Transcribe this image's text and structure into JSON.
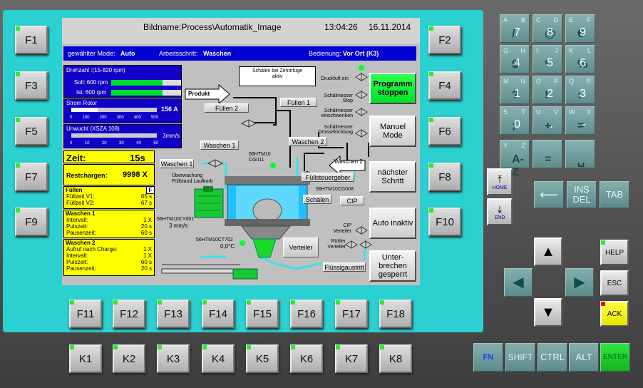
{
  "fkeys": {
    "f1": "F1",
    "f2": "F2",
    "f3": "F3",
    "f4": "F4",
    "f5": "F5",
    "f6": "F6",
    "f7": "F7",
    "f8": "F8",
    "f9": "F9",
    "f10": "F10"
  },
  "bottom_f": [
    "F11",
    "F12",
    "F13",
    "F14",
    "F15",
    "F16",
    "F17",
    "F18"
  ],
  "kkeys": [
    "K1",
    "K2",
    "K3",
    "K4",
    "K5",
    "K6",
    "K7",
    "K8"
  ],
  "screen": {
    "image_name": "Bildname:Process\\Automatik_Image",
    "time": "13:04:26",
    "date": "16.11.2014",
    "mode_label": "gewählter Mode:",
    "mode_value": "Auto",
    "step_label": "Arbeitsschritt:",
    "step_value": "Waschen",
    "control_label": "Bedienung:",
    "control_value": "Vor Ort (K3)"
  },
  "speed": {
    "title": "Drehzahl :(15-820 rpm)",
    "soll_label": "Soll: 600 rpm",
    "soll_fraction": 0.73,
    "ist_label": "Ist: 600 rpm",
    "ist_fraction": 0.73
  },
  "current": {
    "title": "Strom Rotor",
    "value": "156 A",
    "fraction": 0.31,
    "scale": [
      "0",
      "100",
      "200",
      "300",
      "400",
      "500"
    ]
  },
  "imbalance": {
    "title": "Unwucht (XSZA 108)",
    "unit": "3mm/s",
    "scale": [
      "0",
      "10",
      "20",
      "30",
      "40",
      "50"
    ]
  },
  "status": {
    "time_label": "Zeit:",
    "time_value": "15s",
    "rest_label": "Restchargen:",
    "rest_value": "9998 X",
    "fill_title": "Füllen",
    "fill_flag": "F",
    "fill_rows": [
      [
        "Füllzeit V1:",
        "65 s"
      ],
      [
        "Füllzeit V2:",
        "67 s"
      ]
    ],
    "wash1_title": "Waschen 1",
    "wash1_rows": [
      [
        "Intervall:",
        "1 X"
      ],
      [
        "Pulszeit:",
        "20 s"
      ],
      [
        "Pausenzeit:",
        "60 s"
      ]
    ],
    "wash2_title": "Waschen 2",
    "wash2_rows": [
      [
        "Aufruf nach Charge:",
        "1 X"
      ],
      [
        "Intervall:",
        "1 X"
      ],
      [
        "Pulszeit:",
        "60 s"
      ],
      [
        "Pausenzeit:",
        "20 s"
      ]
    ]
  },
  "process": {
    "note": "Schälen bei Zentrifuge aktiv",
    "druckluft": "Druckluft ein",
    "produkt": "Produkt",
    "fuellen2": "Füllen 2",
    "fuellen1": "Füllen 1",
    "messer_stop": "Schälmesser Stop",
    "messer_ein": "Schälmesser einschwenken",
    "messer_dross": "Schälmesser Drosselrichtung",
    "waschen1": "Waschen 1",
    "waschen1_left": "Waschen 1",
    "waschen2": "Waschen 2",
    "waschen2_right": "Waschen 2",
    "sensor1": "56HTM10 CG011",
    "fuellsteuer": "Füllsteuergeber",
    "sensor2": "56HTM10CG008",
    "schaelen": "Schälen",
    "cip": "CIP",
    "ueberwachung": "Überwachung Füllstand Laufkorb",
    "sensor3": "56HTM10CY001",
    "sensor3_val": "3 mm/s",
    "sensor4": "56HTM10CT702",
    "sensor4_val": "0,0°C",
    "verteiler": "Verteiler",
    "cip_verteiler": "CIP Verteiler",
    "ruettler": "Rüttler Verteiler",
    "fluessig": "Flüssigaustritt"
  },
  "right_buttons": {
    "programm": "Programm stoppen",
    "manuel": "Manuel Mode",
    "next": "nächster Schritt",
    "auto": "Auto inaktiv",
    "unter": "Unter- brechen gesperrt"
  },
  "keypad": [
    {
      "tl": "A",
      "tr": "B",
      "main": "7"
    },
    {
      "tl": "C",
      "tr": "D",
      "main": "8"
    },
    {
      "tl": "E",
      "tr": "F",
      "main": "9"
    },
    {
      "tl": "G",
      "tr": "H",
      "main": "4"
    },
    {
      "tl": "I",
      "tr": "J",
      "main": "5"
    },
    {
      "tl": "K",
      "tr": "L",
      "main": "6"
    },
    {
      "tl": "M",
      "tr": "N",
      "main": "1"
    },
    {
      "tl": "O",
      "tr": "P",
      "main": "2"
    },
    {
      "tl": "Q",
      "tr": "R",
      "main": "3"
    },
    {
      "tl": "S",
      "tr": "T",
      "main": "0"
    },
    {
      "tl": "U",
      "tr": "V",
      "main": "."
    },
    {
      "tl": "W",
      "tr": "X",
      "main": "-"
    },
    {
      "tl": "Y",
      "tr": "Z",
      "main": ""
    },
    {
      "tl": "",
      "tr": "",
      "main": ""
    },
    {
      "tl": "",
      "tr": "",
      "main": ""
    }
  ],
  "keypad_alt": [
    "/",
    "@",
    "€",
    "$",
    "*",
    "%",
    "?",
    "!",
    ":",
    ";",
    "+",
    "=",
    "A-Z",
    "=",
    "␣"
  ],
  "nav": {
    "home": "HOME",
    "end": "END",
    "ins_del": "INS DEL",
    "tab": "TAB",
    "help": "HELP",
    "esc": "ESC",
    "ack": "ACK",
    "fn": "FN",
    "shift": "SHIFT",
    "ctrl": "CTRL",
    "alt": "ALT",
    "enter": "ENTER"
  },
  "colors": {
    "bezel": "#2bd0d0",
    "accent_green": "#00ff33",
    "mode_bar": "#0000d2",
    "status_yellow": "#ffff00"
  }
}
